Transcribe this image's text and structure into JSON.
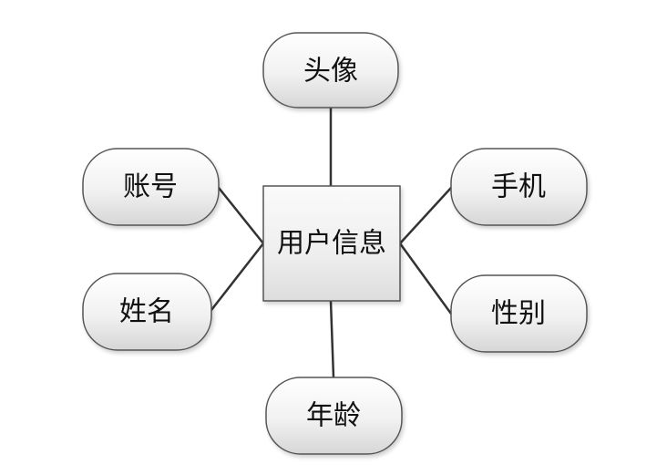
{
  "diagram": {
    "type": "er-diagram",
    "entity": {
      "label": "用户信息"
    },
    "attributes": [
      {
        "key": "avatar",
        "label": "头像"
      },
      {
        "key": "account",
        "label": "账号"
      },
      {
        "key": "name",
        "label": "姓名"
      },
      {
        "key": "phone",
        "label": "手机"
      },
      {
        "key": "gender",
        "label": "性别"
      },
      {
        "key": "age",
        "label": "年龄"
      }
    ]
  },
  "colors": {
    "fill_light": "#ffffff",
    "fill_dark": "#d6d6d6",
    "stroke": "#555555",
    "line": "#333333"
  }
}
